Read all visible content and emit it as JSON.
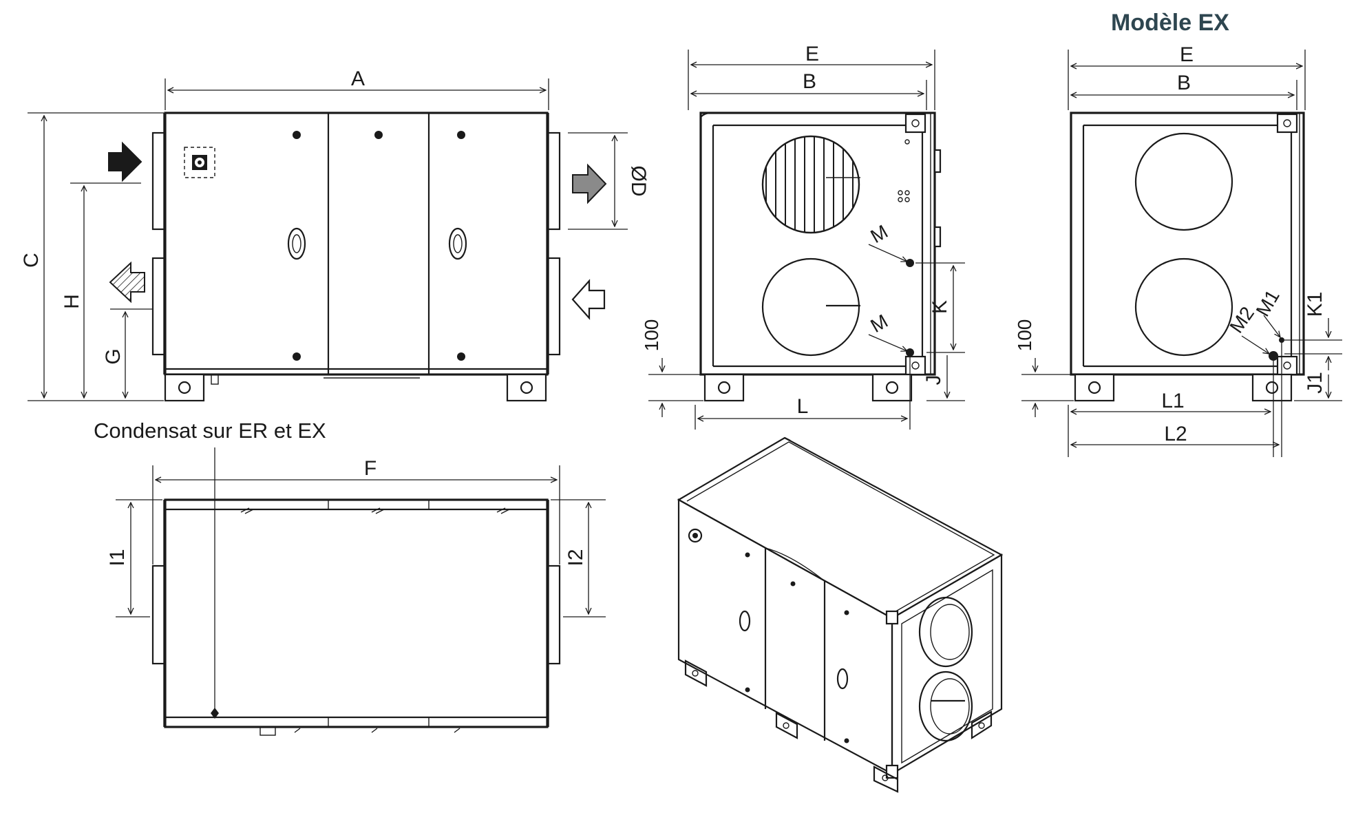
{
  "title": {
    "text": "Modèle EX",
    "color": "#2e4650"
  },
  "note": {
    "condensate": "Condensat sur ER et EX"
  },
  "dims": {
    "A": "A",
    "B": "B",
    "C": "C",
    "E": "E",
    "F": "F",
    "G": "G",
    "H": "H",
    "J": "J",
    "J1": "J1",
    "K": "K",
    "K1": "K1",
    "L": "L",
    "L1": "L1",
    "L2": "L2",
    "M": "M",
    "M1": "M1",
    "M2": "M2",
    "D": "ØD",
    "I1": "I1",
    "I2": "I2",
    "hundred": "100"
  },
  "arrows": {
    "supply_in": "black",
    "supply_out": "gray",
    "extract_in": "white",
    "exhaust_out": "hatched"
  },
  "colors": {
    "ink": "#1a1a1a",
    "gray_arrow": "#8a8a8a",
    "title": "#2e4650"
  }
}
